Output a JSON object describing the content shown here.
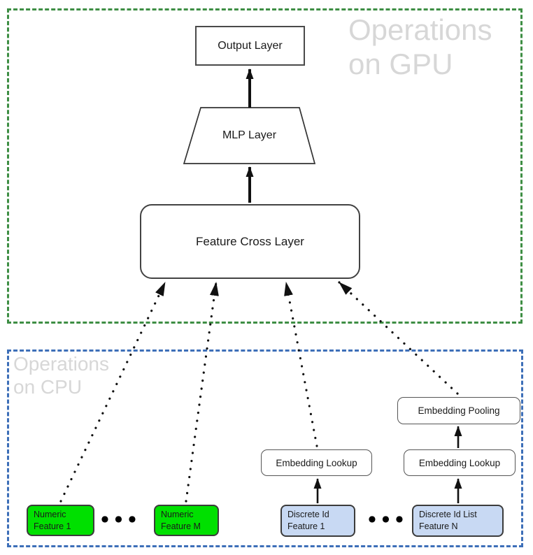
{
  "regions": {
    "gpu": {
      "label_line1": "Operations",
      "label_line2": "on GPU",
      "border_color": "#3e8e44",
      "label_color": "#d7d7d7"
    },
    "cpu": {
      "label_line1": "Operations",
      "label_line2": "on CPU",
      "border_color": "#3d6fb8",
      "label_color": "#d7d7d7"
    }
  },
  "nodes": {
    "output_layer": {
      "label": "Output Layer",
      "shape": "rectangle",
      "fill": "#ffffff"
    },
    "mlp_layer": {
      "label": "MLP Layer",
      "shape": "trapezoid",
      "fill": "#ffffff"
    },
    "feature_cross_layer": {
      "label": "Feature Cross Layer",
      "shape": "rounded-rectangle",
      "fill": "#ffffff"
    },
    "embedding_lookup_left": {
      "label": "Embedding Lookup",
      "shape": "rounded-rectangle",
      "fill": "#ffffff"
    },
    "embedding_lookup_right": {
      "label": "Embedding Lookup",
      "shape": "rounded-rectangle",
      "fill": "#ffffff"
    },
    "embedding_pooling": {
      "label": "Embedding Pooling",
      "shape": "rounded-rectangle",
      "fill": "#ffffff"
    },
    "numeric_feature_1": {
      "line1": "Numeric",
      "line2": "Feature 1",
      "fill": "#00e000"
    },
    "numeric_feature_m": {
      "line1": "Numeric",
      "line2": "Feature M",
      "fill": "#00e000"
    },
    "discrete_id_feature_1": {
      "line1": "Discrete Id",
      "line2": "Feature 1",
      "fill": "#c8d9f3"
    },
    "discrete_id_list_feature_n": {
      "line1": "Discrete Id List",
      "line2": "Feature N",
      "fill": "#c8d9f3"
    }
  },
  "ellipsis": {
    "left": "●●●",
    "right": "●●●"
  },
  "edges": [
    {
      "from": "mlp_layer",
      "to": "output_layer",
      "style": "solid-arrow"
    },
    {
      "from": "feature_cross_layer",
      "to": "mlp_layer",
      "style": "solid-arrow"
    },
    {
      "from": "numeric_feature_1",
      "to": "feature_cross_layer",
      "style": "dotted-arrow"
    },
    {
      "from": "numeric_feature_m",
      "to": "feature_cross_layer",
      "style": "dotted-arrow"
    },
    {
      "from": "embedding_lookup_left",
      "to": "feature_cross_layer",
      "style": "dotted-arrow"
    },
    {
      "from": "embedding_pooling",
      "to": "feature_cross_layer",
      "style": "dotted-arrow"
    },
    {
      "from": "discrete_id_feature_1",
      "to": "embedding_lookup_left",
      "style": "solid-arrow"
    },
    {
      "from": "discrete_id_list_feature_n",
      "to": "embedding_lookup_right",
      "style": "solid-arrow"
    },
    {
      "from": "embedding_lookup_right",
      "to": "embedding_pooling",
      "style": "solid-arrow"
    }
  ]
}
